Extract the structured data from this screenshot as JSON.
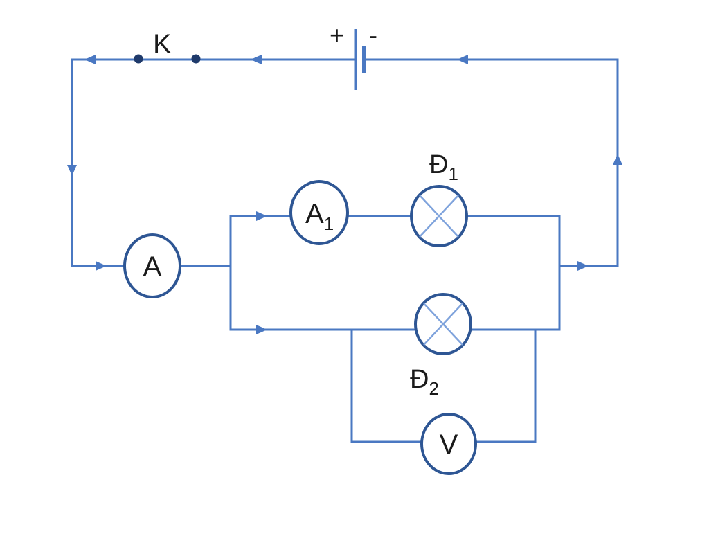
{
  "colors": {
    "wire": "#4a78c2",
    "meter_outline": "#2e5694",
    "lamp_cross": "#7fa3dc",
    "text": "#1a1a1a",
    "switch_terminal": "#1f3a6b"
  },
  "switch": {
    "label": "K"
  },
  "battery": {
    "positive_sign": "+",
    "negative_sign": "-"
  },
  "ammeter_main": {
    "letter": "A"
  },
  "ammeter_branch": {
    "letter": "A",
    "subscript": "1"
  },
  "lamp_1": {
    "letter": "Đ",
    "subscript": "1"
  },
  "lamp_2": {
    "letter": "Đ",
    "subscript": "2"
  },
  "voltmeter": {
    "letter": "V"
  }
}
